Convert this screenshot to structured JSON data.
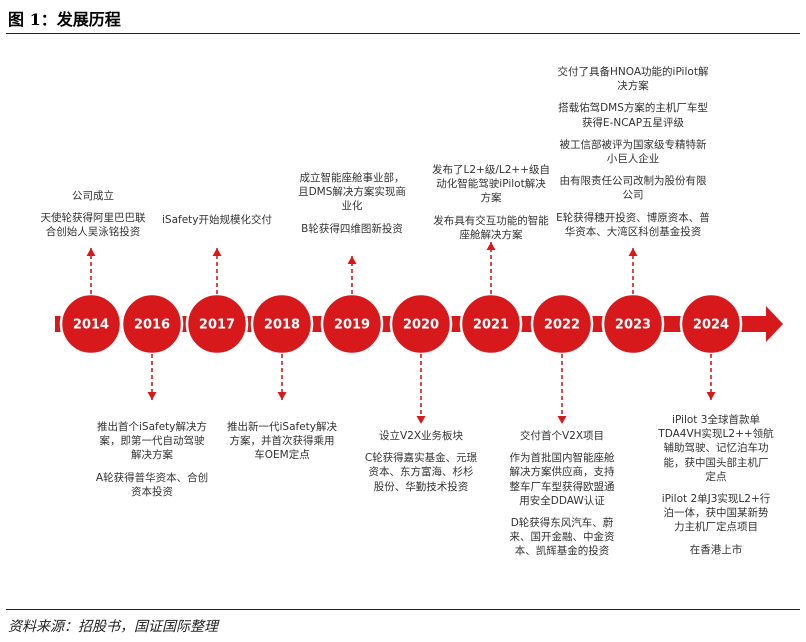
{
  "figure_title": "图 1：发展历程",
  "source_note": "资料来源：招股书，国证国际整理",
  "colors": {
    "accent": "#d7191c",
    "node_stroke": "#ffffff",
    "text": "#333333"
  },
  "timeline": {
    "years": [
      "2014",
      "2016",
      "2017",
      "2018",
      "2019",
      "2020",
      "2021",
      "2022",
      "2023",
      "2024"
    ],
    "above": [
      {
        "year": "2014",
        "lines": [
          "公司成立",
          "",
          "天使轮获得阿里巴巴联",
          "合创始人吴泳铭投资"
        ]
      },
      {
        "year": "2017",
        "lines": [
          "iSafety开始规模化交付"
        ]
      },
      {
        "year": "2019",
        "lines": [
          "成立智能座舱事业部，",
          "且DMS解决方案实现商",
          "业化",
          "",
          "B轮获得四维图新投资"
        ]
      },
      {
        "year": "2021",
        "lines": [
          "发布了L2+级/L2++级自",
          "动化智能驾驶iPilot解决",
          "方案",
          "",
          "发布具有交互功能的智能",
          "座舱解决方案"
        ]
      },
      {
        "year": "2023",
        "lines": [
          "交付了具备HNOA功能的iPilot解",
          "决方案",
          "",
          "搭载佑驾DMS方案的主机厂车型",
          "获得E-NCAP五星评级",
          "",
          "被工信部被评为国家级专精特新",
          "小巨人企业",
          "",
          "由有限责任公司改制为股份有限",
          "公司",
          "",
          "E轮获得穗开投资、博原资本、普",
          "华资本、大湾区科创基金投资"
        ]
      }
    ],
    "below": [
      {
        "year": "2016",
        "lines": [
          "推出首个iSafety解决方",
          "案，即第一代自动驾驶",
          "解决方案",
          "",
          "A轮获得普华资本、合创",
          "资本投资"
        ]
      },
      {
        "year": "2018",
        "lines": [
          "推出新一代iSafety解决",
          "方案，并首次获得乘用",
          "车OEM定点"
        ]
      },
      {
        "year": "2020",
        "lines": [
          "设立V2X业务板块",
          "",
          "C轮获得嘉实基金、元璟",
          "资本、东方富海、杉杉",
          "股份、华勤技术投资"
        ]
      },
      {
        "year": "2022",
        "lines": [
          "交付首个V2X项目",
          "",
          "作为首批国内智能座舱",
          "解决方案供应商，支持",
          "整车厂车型获得欧盟通",
          "用安全DDAW认证",
          "",
          "D轮获得东风汽车、蔚",
          "来、国开金融、中金资",
          "本、凯辉基金的投资"
        ]
      },
      {
        "year": "2024",
        "lines": [
          "iPilot 3全球首款单",
          "TDA4VH实现L2++领航",
          "辅助驾驶、记忆泊车功",
          "能，获中国头部主机厂",
          "定点",
          "",
          "iPilot 2单J3实现L2+行",
          "泊一体，获中国某新势",
          "力主机厂定点项目",
          "",
          "在香港上市"
        ]
      }
    ]
  }
}
